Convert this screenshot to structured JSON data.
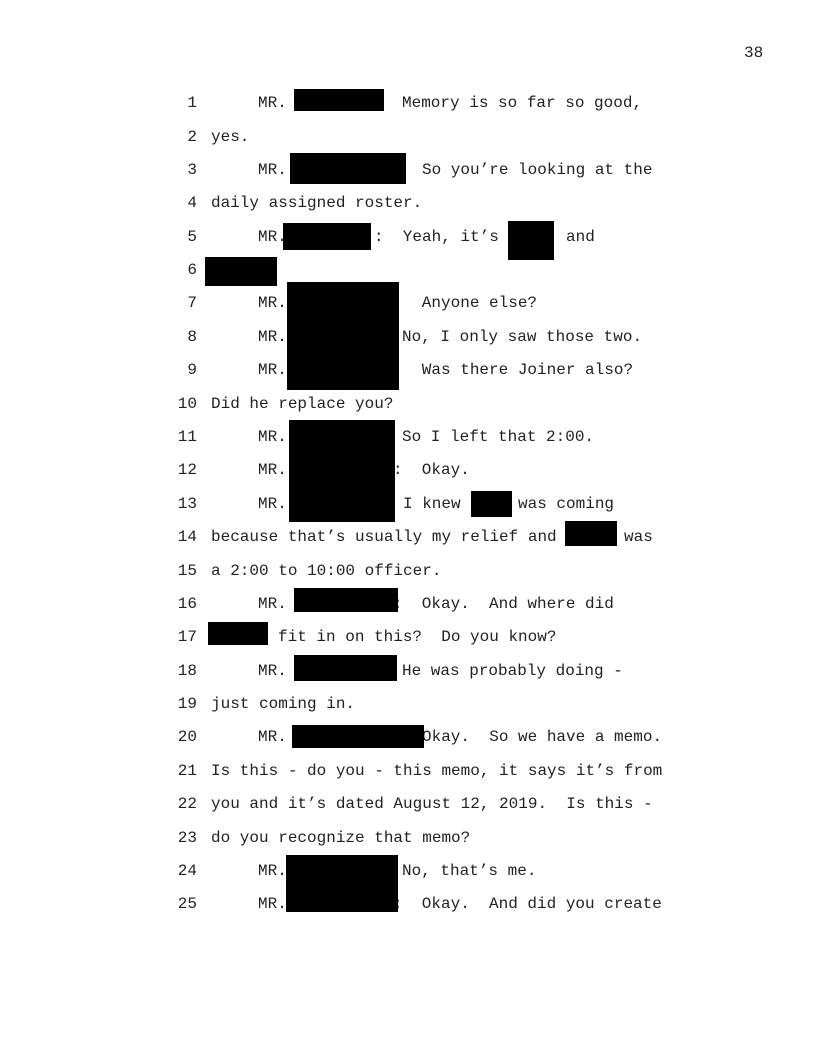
{
  "page_number": "38",
  "speaker_prefix": "MR.",
  "lines": [
    {
      "n": "1",
      "text": "Memory is so far so good,"
    },
    {
      "n": "2",
      "text": "yes."
    },
    {
      "n": "3",
      "text": "So you’re looking at the"
    },
    {
      "n": "4",
      "text": "daily assigned roster."
    },
    {
      "n": "5",
      "text": ":  Yeah, it’s",
      "text2": "and"
    },
    {
      "n": "6",
      "text": ""
    },
    {
      "n": "7",
      "text": ":  Anyone else?"
    },
    {
      "n": "8",
      "text": "No, I only saw those two."
    },
    {
      "n": "9",
      "text": ":  Was there Joiner also?"
    },
    {
      "n": "10",
      "text": "Did he replace you?"
    },
    {
      "n": "11",
      "text": "So I left that 2:00."
    },
    {
      "n": "12",
      "text": ":  Okay."
    },
    {
      "n": "13",
      "text": "I knew",
      "text2": "was coming"
    },
    {
      "n": "14",
      "text": "because that’s usually my relief and",
      "text2": "was"
    },
    {
      "n": "15",
      "text": "a 2:00 to 10:00 officer."
    },
    {
      "n": "16",
      "text": ":  Okay.  And where did"
    },
    {
      "n": "17",
      "text": "fit in on this?  Do you know?"
    },
    {
      "n": "18",
      "text": "He was probably doing -"
    },
    {
      "n": "19",
      "text": "just coming in."
    },
    {
      "n": "20",
      "text": "Okay.  So we have a memo."
    },
    {
      "n": "21",
      "text": "Is this - do you - this memo, it says it’s from"
    },
    {
      "n": "22",
      "text": "you and it’s dated August 12, 2019.  Is this -"
    },
    {
      "n": "23",
      "text": "do you recognize that memo?"
    },
    {
      "n": "24",
      "text": "No, that’s me."
    },
    {
      "n": "25",
      "text": ":  Okay.  And did you create"
    }
  ]
}
